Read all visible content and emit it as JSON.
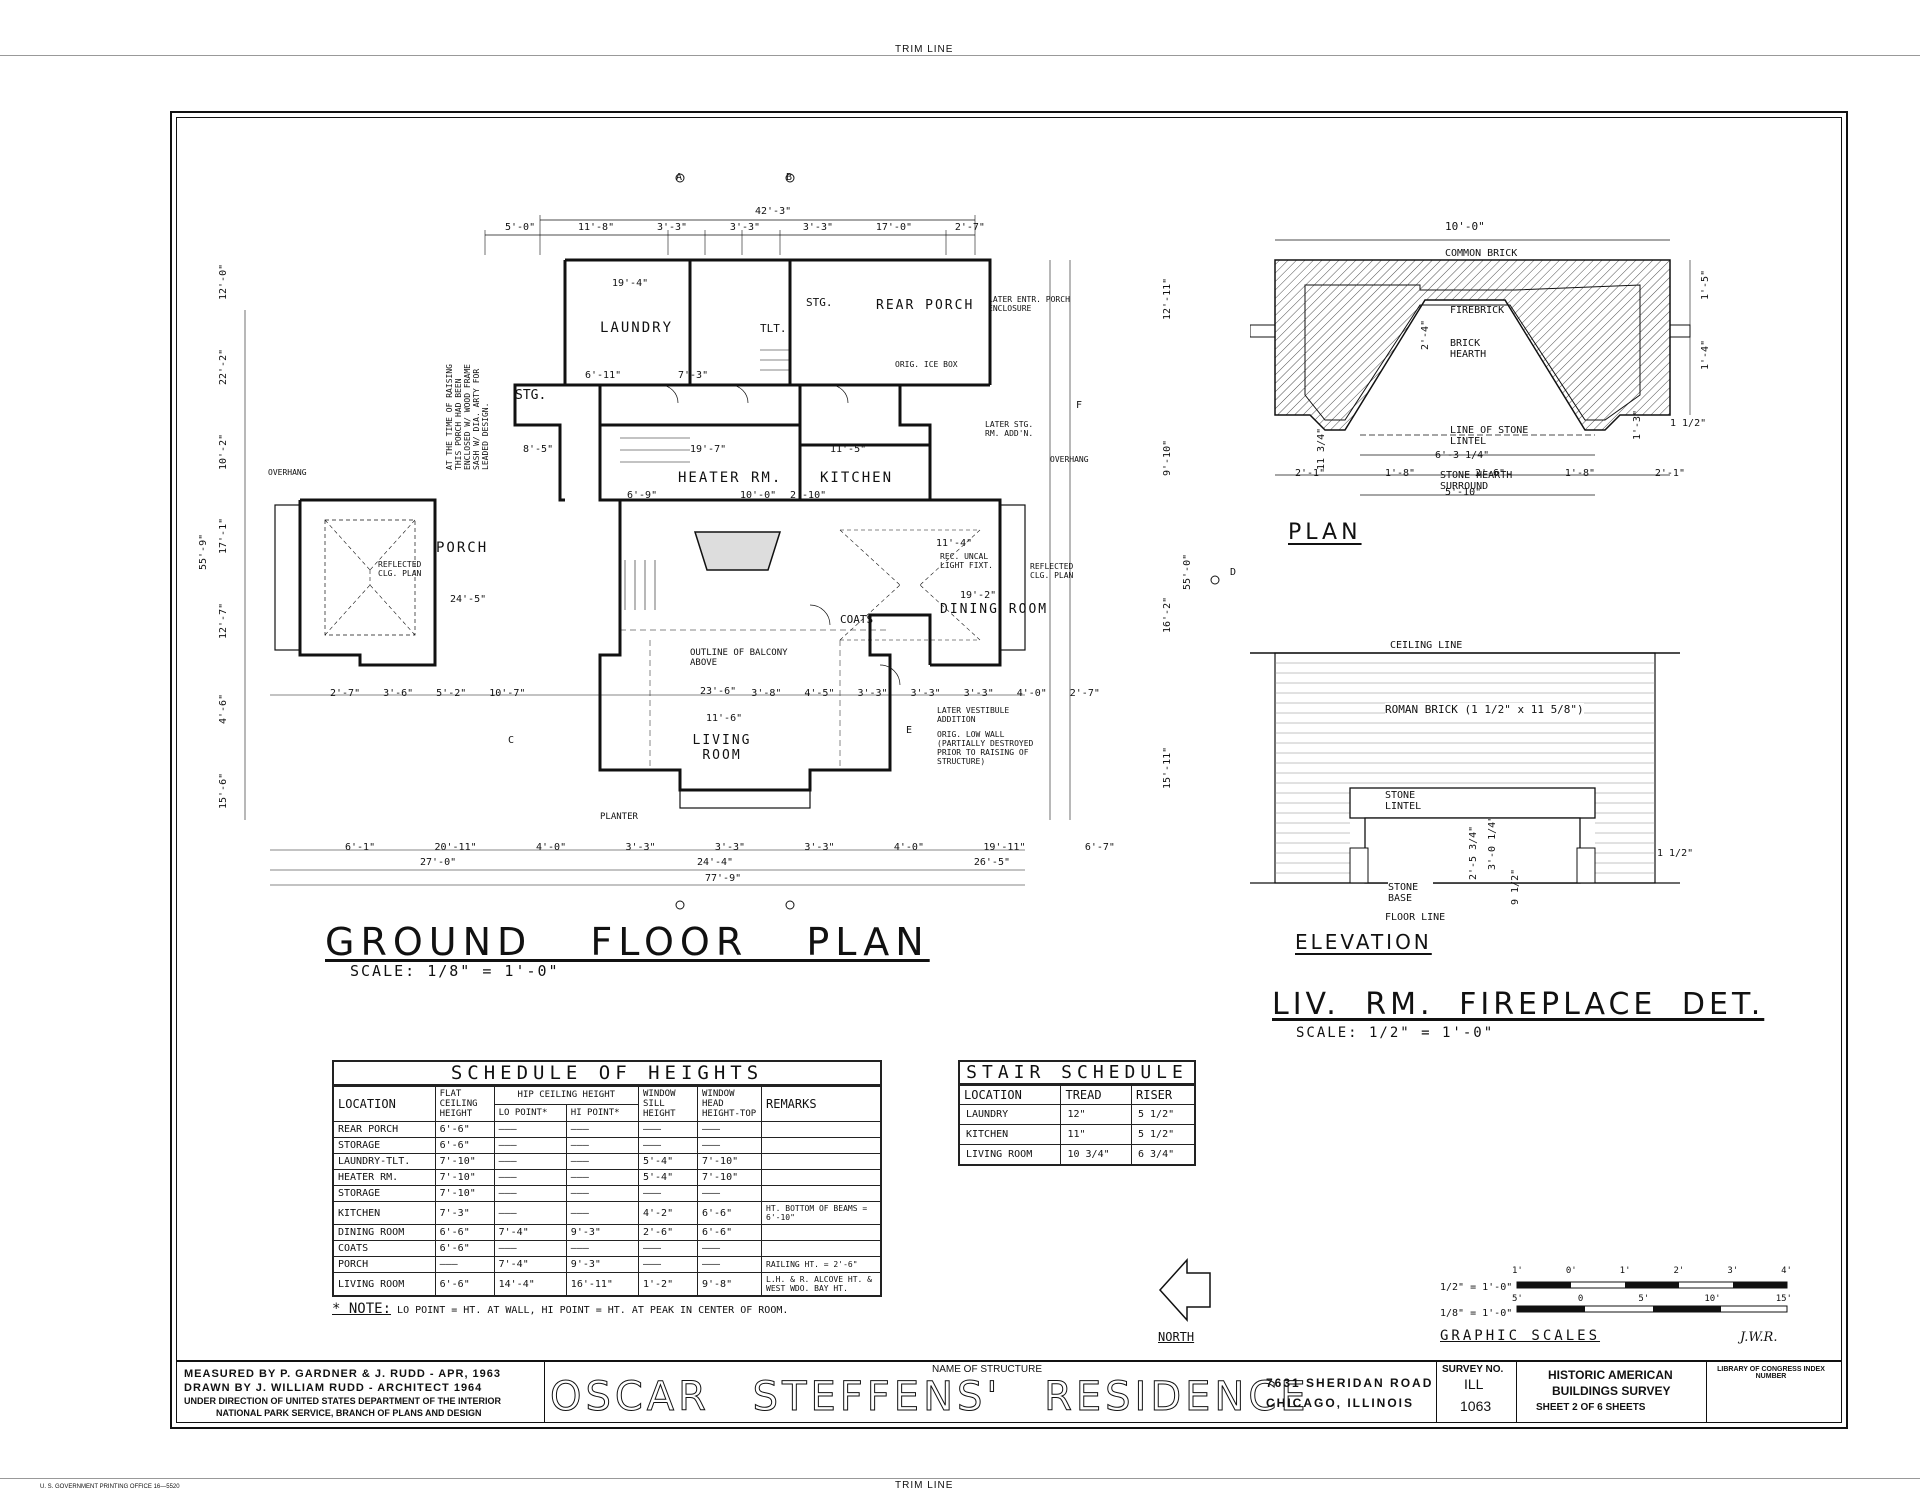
{
  "sheet": {
    "trim_line_top": "TRIM LINE",
    "trim_line_bottom": "TRIM LINE",
    "printer": "U. S. GOVERNMENT PRINTING OFFICE    16—5520"
  },
  "ground_floor": {
    "title": "GROUND FLOOR PLAN",
    "scale": "SCALE: 1/8\" = 1'-0\"",
    "rooms": {
      "laundry": "LAUNDRY",
      "rear_porch": "REAR PORCH",
      "stg_top": "STG.",
      "tlt": "TLT.",
      "stg_left": "STG.",
      "heater_rm": "HEATER RM.",
      "kitchen": "KITCHEN",
      "porch": "PORCH",
      "dining_room": "DINING ROOM",
      "coats": "COATS",
      "living_room": "LIVING ROOM",
      "planter": "PLANTER"
    },
    "notes": {
      "later_entr": "LATER ENTR. PORCH ENCLOSURE",
      "orig_ice_box": "ORIG. ICE BOX",
      "later_stg": "LATER STG. RM. ADD'N.",
      "overhang_right": "OVERHANG",
      "overhang_left": "OVERHANG",
      "reflected_left": "REFLECTED CLG. PLAN",
      "reflected_right": "REFLECTED CLG. PLAN",
      "recess_light": "REC. UNCAL LIGHT FIXT.",
      "outline_balcony": "OUTLINE OF BALCONY ABOVE",
      "later_vestibule": "LATER VESTIBULE ADDITION",
      "orig_low_wall": "ORIG. LOW WALL (PARTIALLY DESTROYED PRIOR TO RAISING OF STRUCTURE)",
      "porch_note": "AT THE TIME OF RAISING THIS PORCH HAD BEEN ENCLOSED W/ WOOD FRAME SASH W/ DIA. ARTY FOR LEADED DESIGN."
    },
    "dims": {
      "top_total": "42'-3\"",
      "top": [
        "5'-0\"",
        "11'-8\"",
        "3'-3\"",
        "3'-3\"",
        "3'-3\"",
        "17'-0\"",
        "2'-7\""
      ],
      "bottom_row1": [
        "2'-7\"",
        "3'-6\"",
        "5'-2\"",
        "10'-7\"",
        "3'-8\"",
        "4'-5\"",
        "3'-3\"",
        "3'-3\"",
        "3'-3\"",
        "4'-0\"",
        "2'-7\""
      ],
      "bottom_row2": [
        "6'-1\"",
        "20'-11\"",
        "4'-0\"",
        "3'-3\"",
        "3'-3\"",
        "3'-3\"",
        "4'-0\"",
        "19'-11\"",
        "6'-7\""
      ],
      "bottom_row3": [
        "27'-0\"",
        "24'-4\"",
        "26'-5\""
      ],
      "bottom_total": "77'-9\"",
      "left_total": "55'-9\"",
      "left": [
        "12'-0\"",
        "22'-2\"",
        "10'-2\"",
        "17'-1\"",
        "12'-7\"",
        "4'-6\"",
        "15'-6\""
      ],
      "right_total": "55'-0\"",
      "right": [
        "12'-11\"",
        "9'-10\"",
        "16'-2\"",
        "15'-11\""
      ],
      "laundry_w": "19'-4\"",
      "heater_w": "19'-7\"",
      "heater_inner": "10'-0\"",
      "kitchen_w": "11'-5\"",
      "dining_w": "11'-4\"",
      "dining_w2": "19'-2\"",
      "living_w": "23'-6\"",
      "living_inner": "11'-6\"",
      "porch_w": "24'-5\"",
      "stg_w": "8'-5\"",
      "dim_6_11": "6'-11\"",
      "dim_7_3": "7'-3\"",
      "dim_6_9": "6'-9\"",
      "dim_2_10": "2'-10\""
    },
    "sections": {
      "a": "A",
      "b": "B",
      "c": "C",
      "d": "D",
      "e": "E",
      "f": "F"
    }
  },
  "fireplace": {
    "title": "LIV. RM. FIREPLACE DET.",
    "scale": "SCALE: 1/2\" = 1'-0\"",
    "plan_title": "PLAN",
    "elevation_title": "ELEVATION",
    "plan_labels": {
      "common_brick": "COMMON BRICK",
      "firebrick": "FIREBRICK",
      "brick_hearth": "BRICK HEARTH",
      "stone_lintel": "LINE OF STONE LINTEL",
      "stone_hearth": "STONE HEARTH SURROUND",
      "top_dim": "10'-0\"",
      "d1": "6'-3 1/4\"",
      "d2": "5'-10\"",
      "bottom": [
        "2'-1\"",
        "1'-8\"",
        "2'-6\"",
        "1'-8\"",
        "2'-1\""
      ],
      "right_dims": [
        "1'-5\"",
        "1'-4\"",
        "1'-3\"",
        "1 1/2\""
      ],
      "left_dim": "11 3/4\"",
      "depth": "2'-4\""
    },
    "elev_labels": {
      "ceiling_line": "CEILING LINE",
      "roman_brick": "ROMAN BRICK (1 1/2\" x 11 5/8\")",
      "stone_lintel": "STONE LINTEL",
      "stone_base": "STONE BASE",
      "floor_line": "FLOOR LINE",
      "h1": "2'-5 3/4\"",
      "h2": "3'-0 1/4\"",
      "h3": "9 1/2\"",
      "h4": "1 1/2\""
    }
  },
  "schedule_heights": {
    "title": "SCHEDULE OF HEIGHTS",
    "headers": [
      "LOCATION",
      "FLAT CEILING HEIGHT",
      "HIP CEILING HEIGHT",
      "WINDOW SILL HEIGHT",
      "WINDOW HEAD HEIGHT-TOP",
      "REMARKS"
    ],
    "subheaders": [
      "LO POINT*",
      "HI POINT*"
    ],
    "rows": [
      [
        "REAR PORCH",
        "6'-6\"",
        "———",
        "———",
        "———",
        "———",
        ""
      ],
      [
        "STORAGE",
        "6'-6\"",
        "———",
        "———",
        "———",
        "———",
        ""
      ],
      [
        "LAUNDRY-TLT.",
        "7'-10\"",
        "———",
        "———",
        "5'-4\"",
        "7'-10\"",
        ""
      ],
      [
        "HEATER RM.",
        "7'-10\"",
        "———",
        "———",
        "5'-4\"",
        "7'-10\"",
        ""
      ],
      [
        "STORAGE",
        "7'-10\"",
        "———",
        "———",
        "———",
        "———",
        ""
      ],
      [
        "KITCHEN",
        "7'-3\"",
        "———",
        "———",
        "4'-2\"",
        "6'-6\"",
        "HT. BOTTOM OF BEAMS = 6'-10\""
      ],
      [
        "DINING ROOM",
        "6'-6\"",
        "7'-4\"",
        "9'-3\"",
        "2'-6\"",
        "6'-6\"",
        ""
      ],
      [
        "COATS",
        "6'-6\"",
        "———",
        "———",
        "———",
        "———",
        ""
      ],
      [
        "PORCH",
        "———",
        "7'-4\"",
        "9'-3\"",
        "———",
        "———",
        "RAILING HT. = 2'-6\""
      ],
      [
        "LIVING ROOM",
        "6'-6\"",
        "14'-4\"",
        "16'-11\"",
        "1'-2\"",
        "9'-8\"",
        "L.H. & R. ALCOVE HT. & WEST WDO. BAY HT."
      ]
    ],
    "note_label": "* NOTE:",
    "note": "LO POINT = HT. AT WALL, HI POINT = HT. AT PEAK IN CENTER OF ROOM."
  },
  "stair_schedule": {
    "title": "STAIR SCHEDULE",
    "headers": [
      "LOCATION",
      "TREAD",
      "RISER"
    ],
    "rows": [
      [
        "LAUNDRY",
        "12\"",
        "5 1/2\""
      ],
      [
        "KITCHEN",
        "11\"",
        "5 1/2\""
      ],
      [
        "LIVING ROOM",
        "10 3/4\"",
        "6 3/4\""
      ]
    ]
  },
  "north": "NORTH",
  "graphic_scales": {
    "title": "GRAPHIC SCALES",
    "s1_label": "1/2\" = 1'-0\"",
    "s2_label": "1/8\" = 1'-0\"",
    "s1_ticks": [
      "1'",
      "0'",
      "1'",
      "2'",
      "3'",
      "4'"
    ],
    "s2_ticks": [
      "5'",
      "0",
      "5'",
      "10'",
      "15'"
    ],
    "initials": "J.W.R."
  },
  "title_block": {
    "measured": "MEASURED BY P. GARDNER & J. RUDD - APR, 1963",
    "drawn": "DRAWN BY J. WILLIAM RUDD - ARCHITECT 1964",
    "direction1": "UNDER DIRECTION OF UNITED STATES DEPARTMENT OF THE INTERIOR",
    "direction2": "NATIONAL PARK SERVICE, BRANCH OF PLANS AND DESIGN",
    "name_label": "NAME OF STRUCTURE",
    "name": "OSCAR STEFFENS' RESIDENCE",
    "address1": "7631 SHERIDAN ROAD",
    "address2": "CHICAGO, ILLINOIS",
    "survey_label": "SURVEY NO.",
    "survey_state": "ILL",
    "survey_no": "1063",
    "habs1": "HISTORIC AMERICAN",
    "habs2": "BUILDINGS SURVEY",
    "sheet_text": "SHEET 2 OF 6 SHEETS",
    "loc_label": "LIBRARY OF CONGRESS INDEX NUMBER"
  }
}
